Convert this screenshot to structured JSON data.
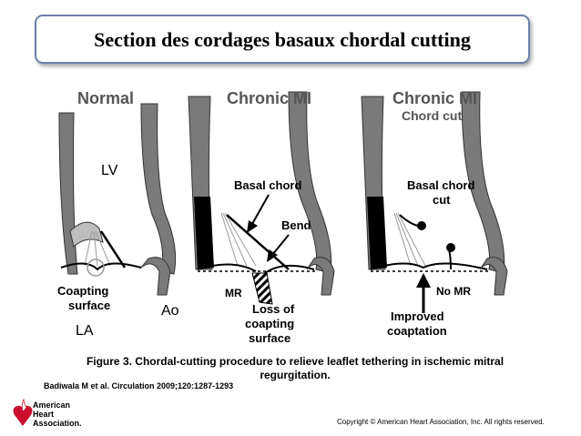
{
  "title": "Section des cordages basaux chordal cutting",
  "panels": {
    "normal": {
      "heading": "Normal",
      "lv": "LV",
      "la": "LA",
      "ao": "Ao",
      "coapting_1": "Coapting",
      "coapting_2": "surface"
    },
    "chronic": {
      "heading": "Chronic MI",
      "basal_chord": "Basal chord",
      "bend": "Bend",
      "mr": "MR",
      "loss_1": "Loss of",
      "loss_2": "coapting",
      "loss_3": "surface"
    },
    "cut": {
      "heading": "Chronic MI",
      "subheading": "Chord cut",
      "basal_1": "Basal chord",
      "basal_2": "cut",
      "no_mr": "No MR",
      "improved_1": "Improved",
      "improved_2": "coaptation"
    }
  },
  "caption": "Figure 3. Chordal-cutting procedure to relieve leaflet tethering in ischemic mitral regurgitation.",
  "citation": "Badiwala M et al. Circulation 2009;120:1287-1293",
  "logo": {
    "line1": "American",
    "line2": "Heart",
    "line3": "Association."
  },
  "copyright": "Copyright © American Heart Association, Inc. All rights reserved.",
  "colors": {
    "title_border": "#6d7fa8",
    "logo_red": "#c8102e",
    "tissue": "#7a7a7a"
  }
}
